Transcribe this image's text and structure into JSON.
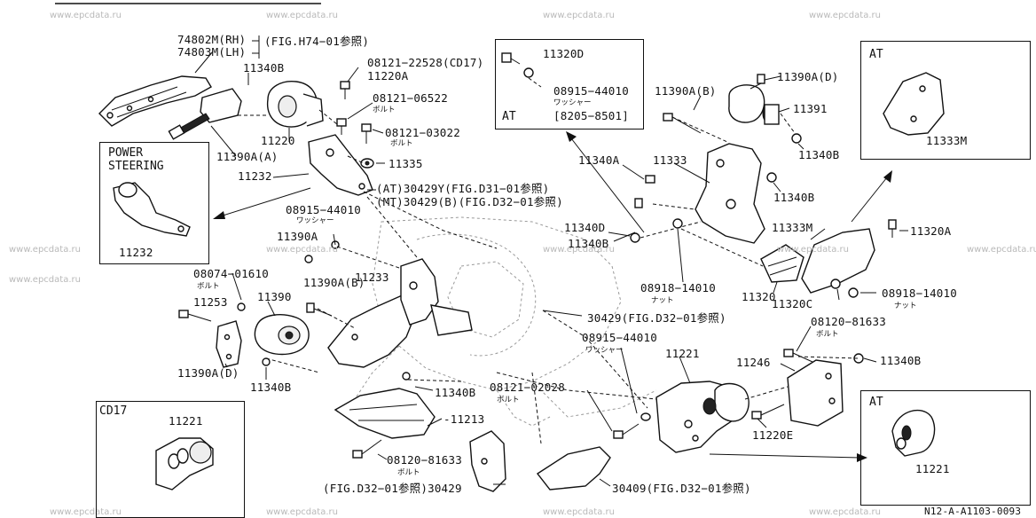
{
  "watermarks": [
    "www.epcdata.ru"
  ],
  "sheet_code": "N12-A-A1103-0093",
  "callouts": {
    "c74802m": "74802M(RH)",
    "c74803m": "74803M(LH)",
    "fig_h74": "(FIG.H74−01参照)",
    "c11340b_1": "11340B",
    "c08121_22528": "08121−22528(CD17)",
    "c11220a": "11220A",
    "c08121_06522": "08121−06522",
    "bolt_1": "ボルト",
    "c08121_03022": "08121−03022",
    "bolt_2": "ボルト",
    "c11220": "11220",
    "c11390a_a": "11390A(A)",
    "c11335": "11335",
    "c11232_main": "11232",
    "at_30429y": "(AT)30429Y(FIG.D31−01参照)",
    "mt_30429b": "(MT)30429(B)(FIG.D32−01参照)",
    "c08915_44010_1": "08915−44010",
    "washer_1": "ワッシャー",
    "c11390a_1": "11390A",
    "c11390a_b": "11390A(B)",
    "c11233": "11233",
    "c08074_01610": "08074−01610",
    "bolt_3": "ボルト",
    "c11253": "11253",
    "c11390": "11390",
    "c11390a_d_1": "11390A(D)",
    "c11340b_2": "11340B",
    "c11340b_3": "11340B",
    "c08121_02028": "08121−02028",
    "bolt_4": "ボルト",
    "c11213": "-11213",
    "c08120_81633_1": "08120−81633",
    "bolt_5": "ボルト",
    "fig_d32_30429": "(FIG.D32−01参照)30429",
    "c30409": "30409(FIG.D32−01参照)",
    "c30429_mid": "30429(FIG.D32−01参照)",
    "c08915_44010_2": "08915−44010",
    "washer_2": "ワッシャー",
    "c11340d": "11340D",
    "c11340b_4": "11340B",
    "c08918_14010_1": "08918−14010",
    "nut_1": "ナット",
    "c11340a": "11340A",
    "c11333": "11333",
    "c11390a_b2": "11390A(B)",
    "c11390a_d_2": "11390A(D)",
    "c11391": "11391",
    "c11340b_5": "11340B",
    "c11340b_6": "11340B",
    "c11333m": "11333M",
    "c11320": "11320",
    "c11320c": "11320C",
    "c08918_14010_2": "08918−14010",
    "nut_2": "ナット",
    "c11320a": "11320A",
    "c08120_81633_2": "08120−81633",
    "bolt_6": "ボルト",
    "c11246": "11246",
    "c11340b_7": "11340B",
    "c11221_mid": "11221",
    "c11220e": "11220E"
  },
  "insets": {
    "power_steering": {
      "title": "POWER\nSTEERING",
      "part": "11232"
    },
    "at_top": {
      "part_a": "11320D",
      "part_b": "08915−44010",
      "part_b_sub": "ワッシャー",
      "tag": "AT",
      "range": "[8205−8501]"
    },
    "at_right_top": {
      "tag": "AT",
      "part": "11333M"
    },
    "cd17": {
      "tag": "CD17",
      "part": "11221"
    },
    "at_right_bottom": {
      "tag": "AT",
      "part": "11221"
    }
  }
}
